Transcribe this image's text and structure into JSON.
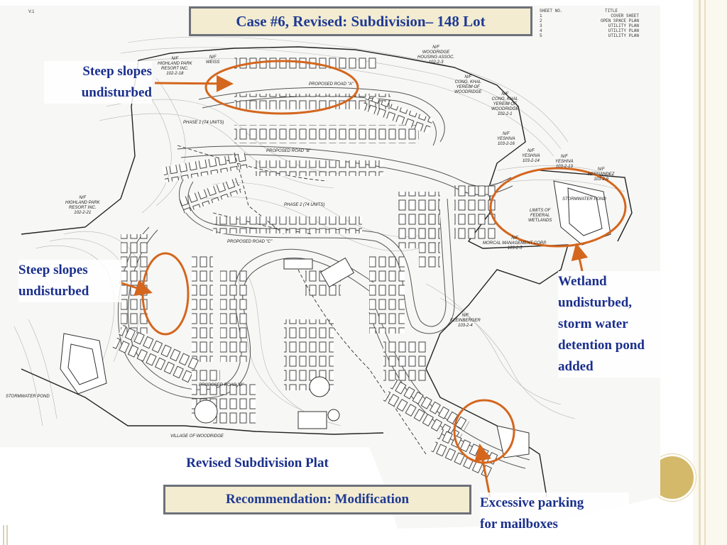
{
  "title": "Case #6, Revised: Subdivision– 148 Lot",
  "sheet_index": {
    "headers": [
      "SHEET NO.",
      "TITLE"
    ],
    "rows": [
      [
        "1",
        "COVER SHEET"
      ],
      [
        "2",
        "OPEN SPACE PLAN"
      ],
      [
        "3",
        "UTILITY PLAN"
      ],
      [
        "4",
        "UTILITY PLAN"
      ],
      [
        "5",
        "UTILITY PLAN"
      ]
    ]
  },
  "callouts": {
    "steep_top": [
      "Steep slopes",
      "undisturbed"
    ],
    "steep_left": [
      "Steep slopes",
      "undisturbed"
    ],
    "wetland": [
      "Wetland",
      "undisturbed,",
      "storm water",
      "detention pond",
      "added"
    ],
    "parking": [
      "Excessive parking",
      "for mailboxes"
    ]
  },
  "caption": "Revised Subdivision Plat",
  "recommendation": "Recommendation: Modification",
  "plat_labels": {
    "highland_top": "N/F\nHIGHLAND PARK\nRESORT INC.\n102-2-18",
    "weiss": "N/F\nWEISS",
    "woodridge": "N/F\nWOODRIDGE\nHOUSING ASSOC.\n102-2-3",
    "cong_khal_1": "N/F\nCONG. KHAL\nYEREIM OF\nWOODRIDGE",
    "cong_khal_2": "N/F\nCONG. KHAL\nYEREIM OF\nWOODRIDGE\n102-2-1",
    "yeshiva_1": "N/F\nYESHIVA\n103-2-16",
    "yeshiva_2": "N/F\nYESHIVA\n103-2-14",
    "yeshiva_3": "N/F\nYESHIVA\n103-2-13",
    "hernandez": "N/F\nHERNANDEZ\n103-2-9",
    "highland_left": "N/F\nHIGHLAND PARK\nRESORT INC.\n102-2-21",
    "morcal": "N/F\nMORCAL MANAGEMENT CORP.\n103-2-5",
    "kleinberger": "N/F\nKLEINBERGER\n103-2-4",
    "village": "VILLAGE OF WOODRIDGE",
    "road_a": "PROPOSED ROAD \"A\"",
    "road_b": "PROPOSED ROAD \"B\"",
    "road_c": "PROPOSED ROAD \"C\"",
    "road_d": "PROPOSED ROAD \"D\"",
    "phase_1": "PHASE 1 (74 UNITS)",
    "phase_2": "PHASE 2 (74 UNITS)",
    "stormwater_left": "STORMWATER POND",
    "stormwater_right": "STORMWATER POND",
    "wetlands": "LIMITS OF\nFEDERAL\nWETLANDS",
    "corner_mark": "V.1"
  },
  "colors": {
    "title_text": "#1f3a93",
    "callout_text": "#1a2f8c",
    "box_fill": "#f3ecd1",
    "box_border": "#6d7179",
    "annotation": "#d4661e",
    "accent_circle": "#d4b96a"
  }
}
